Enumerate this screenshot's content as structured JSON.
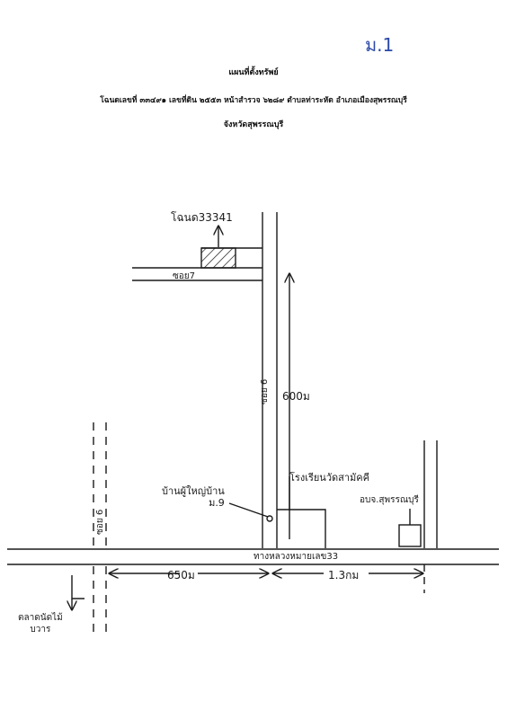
{
  "page_mark": "ม.1",
  "header": {
    "title": "แผนที่ตั้งทรัพย์",
    "line2": "โฉนดเลขที่ ๓๓๔๙๑ เลขที่ดิน ๒๕๕๓ หน้าสำรวจ ๖๒๘๙ ตำบลท่าระหัด อำเภอเมืองสุพรรณบุรี",
    "line3": "จังหวัดสุพรรณบุรี"
  },
  "labels": {
    "deed": "โฉนด33341",
    "soi7_road": "ซอย7",
    "alley_vertical": "ซอย 6",
    "right_road_vertical": "ซอย 6",
    "distance_600": "600ม",
    "village_head": "บ้านผู้ใหญ่บ้าน\nม.9",
    "school": "โรงเรียนวัดสามัคคี",
    "obt": "อบจ.สุพรรณบุรี",
    "highway": "ทางหลวงหมายเลข33",
    "distance_650": "650ม",
    "distance_1_3": "1.3กม",
    "market": "ตลาดนัดไม้\nบวาร"
  },
  "colors": {
    "ink": "#1a1a1a",
    "page_mark_blue": "#2b4aa8"
  }
}
